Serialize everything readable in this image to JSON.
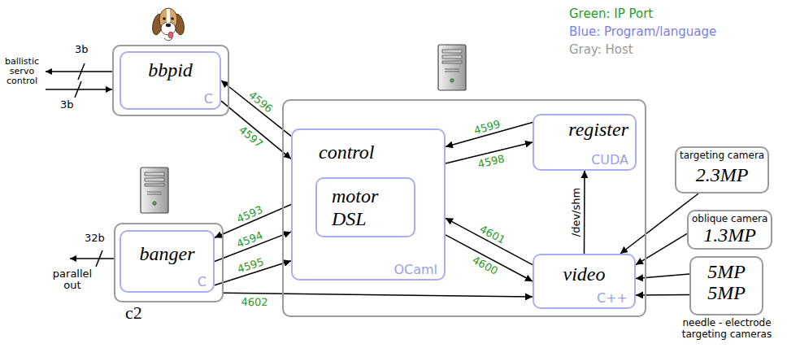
{
  "diagram": {
    "nodes": [
      {
        "text": []
      },
      {
        "text": [
          "bbpid",
          "C"
        ],
        "in": 0
      },
      {
        "text": []
      },
      {
        "text": [
          "control",
          "OCaml"
        ],
        "in": 2
      },
      {
        "text": [
          "motor DSL"
        ],
        "in": 3
      },
      {
        "text": [
          "register",
          "CUDA"
        ],
        "in": 2
      },
      {
        "text": [
          "c2"
        ]
      },
      {
        "text": [
          "banger",
          "C"
        ],
        "in": 6
      },
      {
        "text": [
          "video",
          "C++"
        ],
        "in": 2
      },
      {
        "text": [
          "targeting camera",
          "2.3MP"
        ]
      },
      {
        "text": [
          "oblique camera",
          "1.3MP"
        ]
      },
      {
        "text": [
          "5MP",
          "5MP",
          "needle - electrode targeting cameras"
        ]
      }
    ],
    "edges": [
      {
        "from": 3,
        "to": 1,
        "arrow": "to",
        "label": "4596"
      },
      {
        "from": 1,
        "to": 3,
        "arrow": "to",
        "label": "4597"
      },
      {
        "from": 5,
        "to": 3,
        "arrow": "to",
        "label": "4599"
      },
      {
        "from": 3,
        "to": 5,
        "arrow": "to",
        "label": "4598"
      },
      {
        "from": 3,
        "to": 7,
        "arrow": "to",
        "label": "4593"
      },
      {
        "from": 7,
        "to": 3,
        "arrow": "to",
        "label": "4594"
      },
      {
        "from": 7,
        "to": 3,
        "arrow": "to",
        "label": "4595"
      },
      {
        "from": 8,
        "to": 3,
        "arrow": "to",
        "label": "4601"
      },
      {
        "from": 3,
        "to": 8,
        "arrow": "to",
        "label": "4600"
      },
      {
        "from": 6,
        "to": 8,
        "arrow": "to",
        "label": "4602"
      },
      {
        "from": 8,
        "to": 5,
        "arrow": "to",
        "label": "/dev/shm"
      },
      {
        "from": 9,
        "to": 8,
        "arrow": "to"
      },
      {
        "from": 10,
        "to": 8,
        "arrow": "to"
      },
      {
        "from": 11,
        "to": 8,
        "arrow": "to"
      },
      {
        "from": 11,
        "to": 8,
        "arrow": "to"
      }
    ],
    "labels": [
      "3b",
      "3b",
      "ballistic servo control",
      "32b",
      "parallel out"
    ],
    "legend": [
      {
        "text": "Green: IP Port",
        "color": "#2a9a2a"
      },
      {
        "text": "Blue: Program/language",
        "color": "#7b7fe8"
      },
      {
        "text": "Gray: Host",
        "color": "#999999"
      }
    ]
  }
}
